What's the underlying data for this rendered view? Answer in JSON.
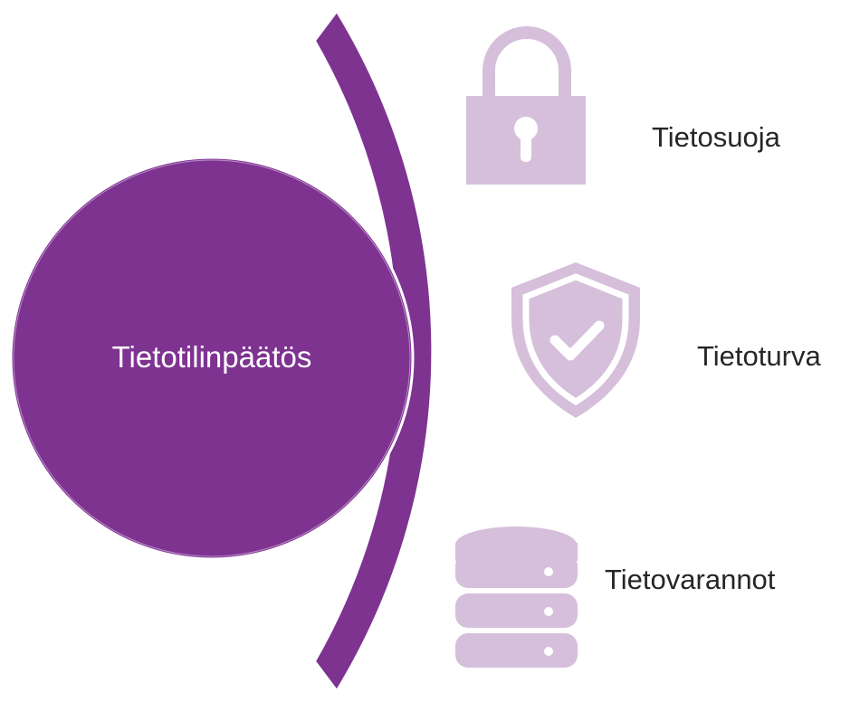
{
  "center": {
    "label": "Tietotilinpäätös"
  },
  "items": [
    {
      "label": "Tietosuoja",
      "icon": "padlock-icon"
    },
    {
      "label": "Tietoturva",
      "icon": "shield-check-icon"
    },
    {
      "label": "Tietovarannot",
      "icon": "database-icon"
    }
  ],
  "colors": {
    "primary": "#7e3391",
    "icon_fill": "#d6bfdb",
    "text": "#262626",
    "background": "#ffffff"
  }
}
